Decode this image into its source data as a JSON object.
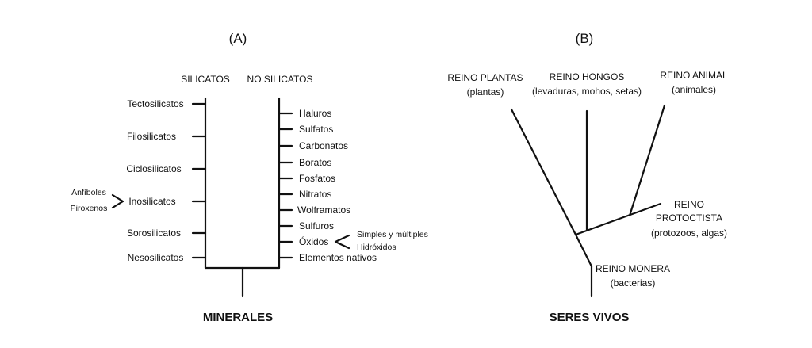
{
  "panel_a": {
    "letter": "(A)",
    "left_header": "SILICATOS",
    "right_header": "NO SILICATOS",
    "silicatos": [
      "Tectosilicatos",
      "Filosilicatos",
      "Ciclosilicatos",
      "Inosilicatos",
      "Sorosilicatos",
      "Nesosilicatos"
    ],
    "inosilicato_subtypes": [
      "Anfíboles",
      "Piroxenos"
    ],
    "no_silicatos": [
      "Haluros",
      "Sulfatos",
      "Carbonatos",
      "Boratos",
      "Fosfatos",
      "Nitratos",
      "Wolframatos",
      "Sulfuros",
      "Óxidos",
      "Elementos nativos"
    ],
    "oxido_subtypes": [
      "Simples y múltiples",
      "Hidróxidos"
    ],
    "title": "MINERALES"
  },
  "panel_b": {
    "letter": "(B)",
    "plantas": {
      "name": "REINO PLANTAS",
      "desc": "(plantas)"
    },
    "hongos": {
      "name": "REINO HONGOS",
      "desc": "(levaduras, mohos, setas)"
    },
    "animal": {
      "name": "REINO ANIMAL",
      "desc": "(animales)"
    },
    "protoctista": {
      "name1": "REINO",
      "name2": "PROTOCTISTA",
      "desc": "(protozoos, algas)"
    },
    "monera": {
      "name": "REINO MONERA",
      "desc": "(bacterias)"
    },
    "title": "SERES VIVOS"
  }
}
